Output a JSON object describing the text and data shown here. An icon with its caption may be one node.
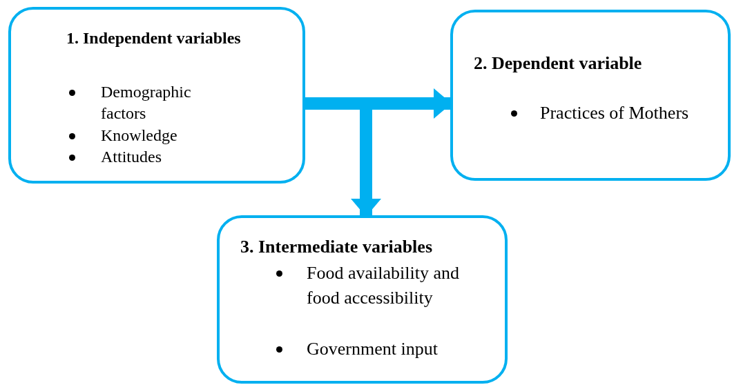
{
  "diagram": {
    "nodes": [
      {
        "text": [
          "1. Independent variables",
          "Demographic factors",
          "Knowledge",
          "Attitudes"
        ]
      },
      {
        "text": [
          "2. Dependent variable",
          "Practices of Mothers"
        ]
      },
      {
        "text": [
          "3. Intermediate variables",
          "Food availability and food accessibility",
          "Government input"
        ]
      }
    ],
    "edges": [
      {
        "from": 0,
        "to": 1,
        "arrow": "to"
      },
      {
        "from": 0,
        "to": 2,
        "arrow": "to"
      }
    ]
  }
}
